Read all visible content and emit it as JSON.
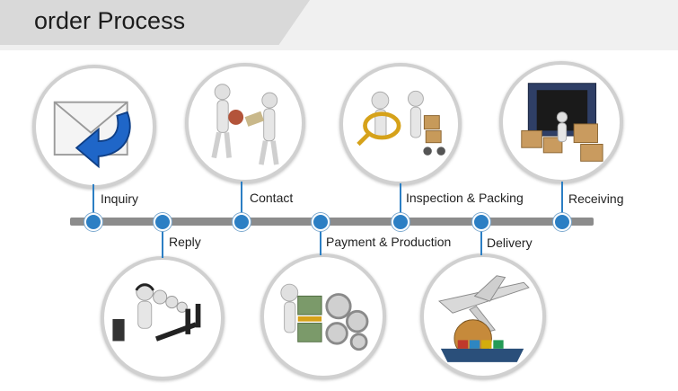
{
  "header": {
    "title": "order Process"
  },
  "steps": {
    "inquiry": "Inquiry",
    "reply": "Reply",
    "contact": "Contact",
    "payment": "Payment & Production",
    "inspection": "Inspection & Packing",
    "delivery": "Delivery",
    "receiving": "Receiving"
  },
  "colors": {
    "timeline_dot": "#2c7fc4",
    "axis": "#8c8c8c",
    "header_tab": "#d9d9d9",
    "envelope_arrow": "#1f66c8"
  },
  "icons": {
    "inquiry": "envelope-reply-icon",
    "reply": "call-center-agents-icon",
    "contact": "handshake-figures-icon",
    "payment": "money-and-gears-icon",
    "inspection": "magnifier-and-cart-icon",
    "delivery": "airplane-globe-ship-icon",
    "receiving": "container-boxes-icon"
  }
}
